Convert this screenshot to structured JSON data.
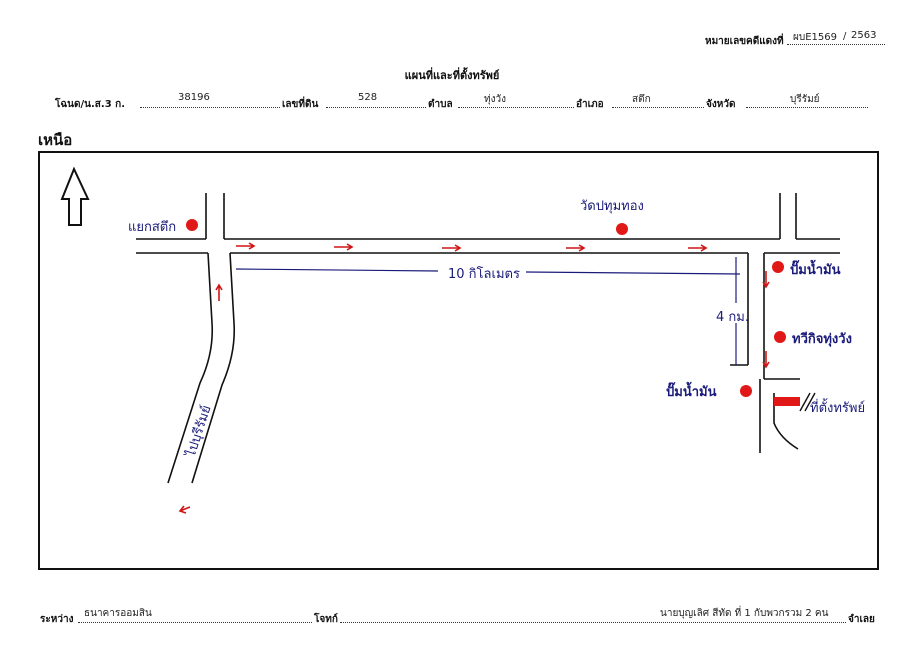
{
  "case_no": {
    "label": "หมายเลขคดีแดงที่",
    "value": "ผบE1569",
    "separator": "/",
    "year": "2563"
  },
  "title": "แผนที่และที่ตั้งทรัพย์",
  "deed_row": {
    "deed_label": "โฉนด/น.ส.3 ก.",
    "deed_value": "38196",
    "land_no_label": "เลขที่ดิน",
    "land_no_value": "528",
    "subdistrict_label": "ตำบล",
    "subdistrict_value": "ทุ่งวัง",
    "district_label": "อำเภอ",
    "district_value": "สตึก",
    "province_label": "จังหวัด",
    "province_value": "บุรีรัมย์"
  },
  "north_label": "เหนือ",
  "map": {
    "junction_label": "แยกสตึก",
    "temple_label": "วัดปทุมทอง",
    "gas_station_1": "ปั๊มน้ำมัน",
    "gas_station_2": "ปั๊มน้ำมัน",
    "office_label": "ทวีกิจทุ่งวัง",
    "property_label": "ที่ตั้งทรัพย์",
    "distance_main": "10 กิโลเมตร",
    "distance_side": "4 กม.",
    "road_to_label": "ไปบุรีรัมย์",
    "marker_color": "#e01818",
    "arrow_color": "#d01515",
    "ink_color": "#1a1a7a"
  },
  "footer": {
    "between_label": "ระหว่าง",
    "plaintiff": "ธนาคารออมสิน",
    "plaintiff_role": "โจทก์",
    "defendant": "นายบุญเลิศ สีทัด ที่ 1 กับพวกรวม 2 คน",
    "defendant_role": "จำเลย"
  }
}
